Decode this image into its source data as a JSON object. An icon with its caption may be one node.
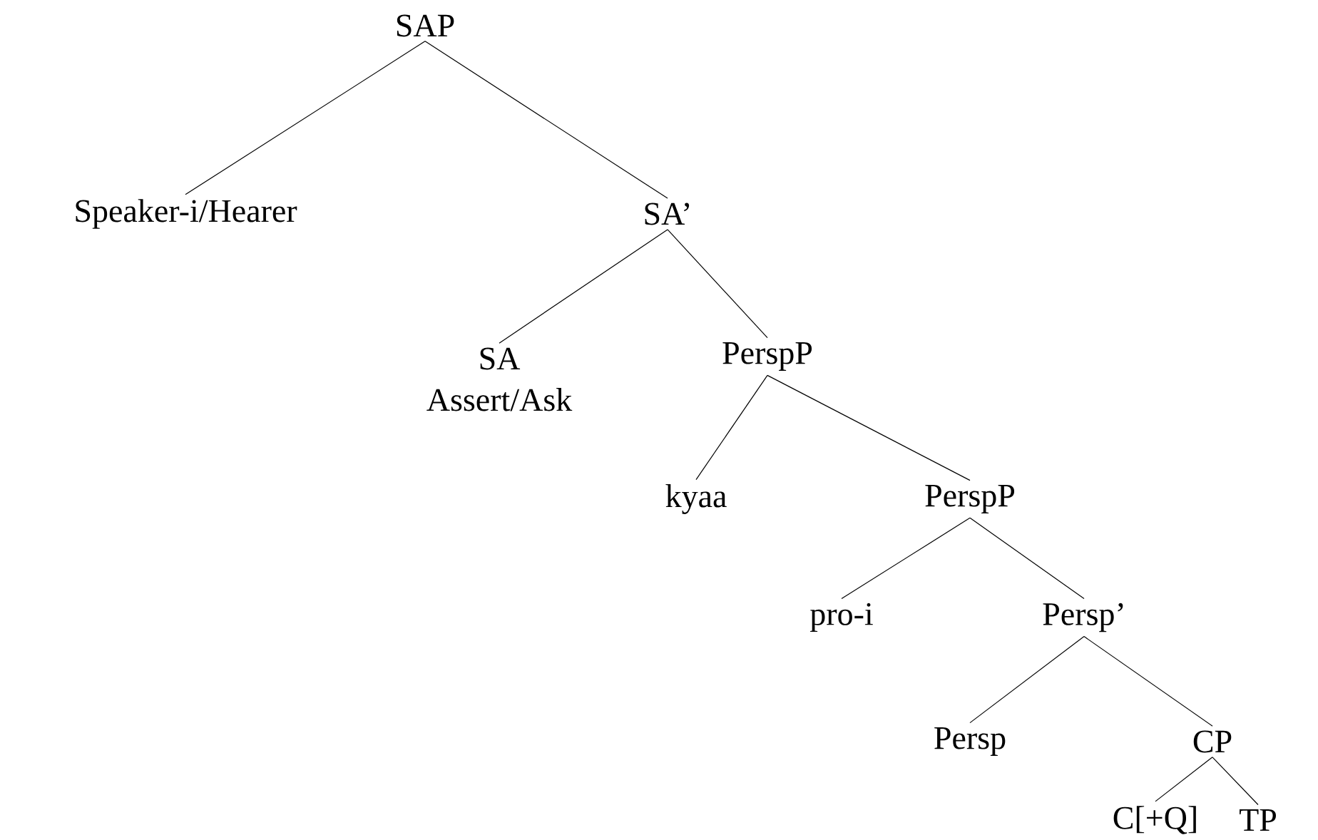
{
  "diagram": {
    "nodes": [
      {
        "text": [
          "SAP"
        ]
      },
      {
        "text": [
          "Speaker-i/Hearer"
        ]
      },
      {
        "text": [
          "SA’"
        ]
      },
      {
        "text": [
          "SA",
          "Assert/Ask"
        ]
      },
      {
        "text": [
          "PerspP"
        ]
      },
      {
        "text": [
          "kyaa"
        ]
      },
      {
        "text": [
          "PerspP"
        ]
      },
      {
        "text": [
          "pro-i"
        ]
      },
      {
        "text": [
          "Persp’"
        ]
      },
      {
        "text": [
          "Persp"
        ]
      },
      {
        "text": [
          "CP"
        ]
      },
      {
        "text": [
          "C[+Q]"
        ]
      },
      {
        "text": [
          "TP"
        ]
      }
    ],
    "edges": [
      {
        "from": 0,
        "to": 1,
        "arrow": "none"
      },
      {
        "from": 0,
        "to": 2,
        "arrow": "none"
      },
      {
        "from": 2,
        "to": 3,
        "arrow": "none"
      },
      {
        "from": 2,
        "to": 4,
        "arrow": "none"
      },
      {
        "from": 4,
        "to": 5,
        "arrow": "none"
      },
      {
        "from": 4,
        "to": 6,
        "arrow": "none"
      },
      {
        "from": 6,
        "to": 7,
        "arrow": "none"
      },
      {
        "from": 6,
        "to": 8,
        "arrow": "none"
      },
      {
        "from": 8,
        "to": 9,
        "arrow": "none"
      },
      {
        "from": 8,
        "to": 10,
        "arrow": "none"
      },
      {
        "from": 10,
        "to": 11,
        "arrow": "none"
      },
      {
        "from": 10,
        "to": 12,
        "arrow": "none"
      }
    ]
  }
}
